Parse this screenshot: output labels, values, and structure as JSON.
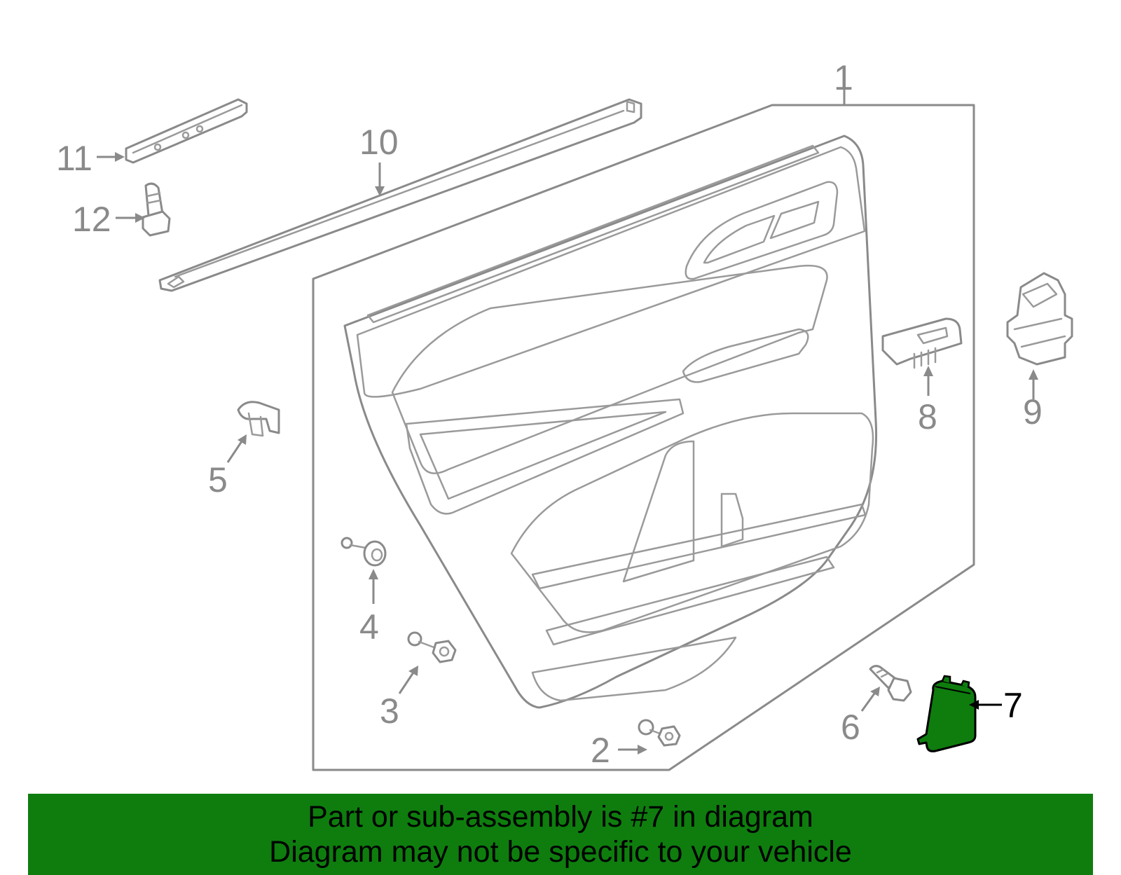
{
  "diagram": {
    "callouts": [
      {
        "id": "1",
        "label": "1"
      },
      {
        "id": "2",
        "label": "2"
      },
      {
        "id": "3",
        "label": "3"
      },
      {
        "id": "4",
        "label": "4"
      },
      {
        "id": "5",
        "label": "5"
      },
      {
        "id": "6",
        "label": "6"
      },
      {
        "id": "7",
        "label": "7",
        "highlighted": true
      },
      {
        "id": "8",
        "label": "8"
      },
      {
        "id": "9",
        "label": "9"
      },
      {
        "id": "10",
        "label": "10"
      },
      {
        "id": "11",
        "label": "11"
      },
      {
        "id": "12",
        "label": "12"
      }
    ],
    "highlighted_part": "7"
  },
  "banner": {
    "line1": "Part or sub-assembly is #7 in diagram",
    "line2": "Diagram may not be specific to your vehicle",
    "background_color": "#0e7d0e",
    "text_color": "#000000"
  },
  "colors": {
    "line_art": "#8a8a8a",
    "highlight_fill": "#0e7d0e",
    "background": "#ffffff"
  }
}
